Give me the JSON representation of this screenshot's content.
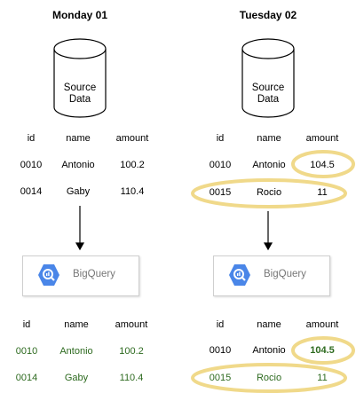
{
  "left": {
    "heading": "Monday 01",
    "source_label_line1": "Source",
    "source_label_line2": "Data",
    "headers": [
      "id",
      "name",
      "amount"
    ],
    "source_rows": [
      [
        "0010",
        "Antonio",
        "100.2"
      ],
      [
        "0014",
        "Gaby",
        "110.4"
      ]
    ],
    "bigquery_label": "BigQuery",
    "bq_headers": [
      "id",
      "name",
      "amount"
    ],
    "bq_rows": [
      [
        "0010",
        "Antonio",
        "100.2"
      ],
      [
        "0014",
        "Gaby",
        "110.4"
      ]
    ]
  },
  "right": {
    "heading": "Tuesday 02",
    "source_label_line1": "Source",
    "source_label_line2": "Data",
    "headers": [
      "id",
      "name",
      "amount"
    ],
    "source_rows": [
      [
        "0010",
        "Antonio",
        "104.5"
      ],
      [
        "0015",
        "Rocio",
        "11"
      ]
    ],
    "bigquery_label": "BigQuery",
    "bq_headers": [
      "id",
      "name",
      "amount"
    ],
    "bq_rows": [
      [
        "0010",
        "Antonio",
        "104.5"
      ],
      [
        "0015",
        "Rocio",
        "11"
      ]
    ]
  },
  "colors": {
    "highlight": "#f0d98a",
    "green_text": "#2d6a1f",
    "bigquery_blue": "#4a86e8"
  }
}
